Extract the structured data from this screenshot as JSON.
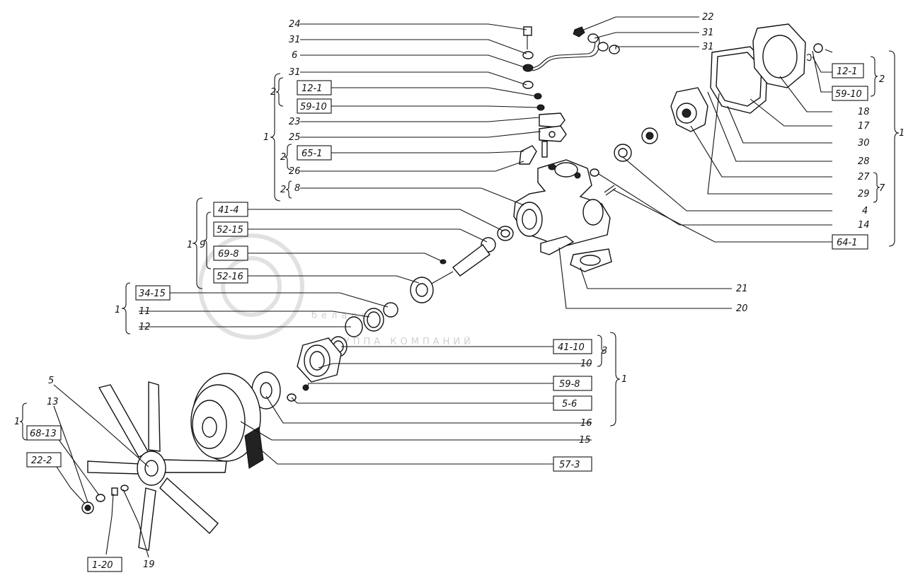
{
  "watermark": {
    "brand": "беларо",
    "subtitle": "ГРУППА КОМПАНИЙ"
  },
  "labels": {
    "l24": "24",
    "l31a": "31",
    "l6": "6",
    "l31b": "31",
    "l22": "22",
    "l31c": "31",
    "l31d": "31",
    "b12_1a": "12-1",
    "b59_10a": "59-10",
    "l23": "23",
    "l25": "25",
    "b65_1": "65-1",
    "l26": "26",
    "l8": "8",
    "g2a": "2",
    "g1a": "1",
    "g2b": "2",
    "g2c": "2",
    "b12_1b": "12-1",
    "b59_10b": "59-10",
    "g2r": "2",
    "g1r": "1",
    "l18": "18",
    "l17": "17",
    "l30": "30",
    "l28": "28",
    "l27": "27",
    "l29": "29",
    "g7": "7",
    "l4": "4",
    "l14": "14",
    "b64_1": "64-1",
    "b41_4": "41-4",
    "b52_15": "52-15",
    "b69_8": "69-8",
    "b52_16": "52-16",
    "g1b": "1",
    "g9": "9",
    "b34_15": "34-15",
    "l11": "11",
    "l12": "12",
    "g1c": "1",
    "l21": "21",
    "l20": "20",
    "b41_10": "41-10",
    "l10": "10",
    "g3": "3",
    "g1d": "1",
    "b59_8": "59-8",
    "b5_6": "5-6",
    "l16": "16",
    "l15": "15",
    "b57_3": "57-3",
    "l5": "5",
    "l13": "13",
    "b68_13": "68-13",
    "b22_2": "22-2",
    "g1e": "1",
    "b1_20": "1-20",
    "l19": "19"
  }
}
